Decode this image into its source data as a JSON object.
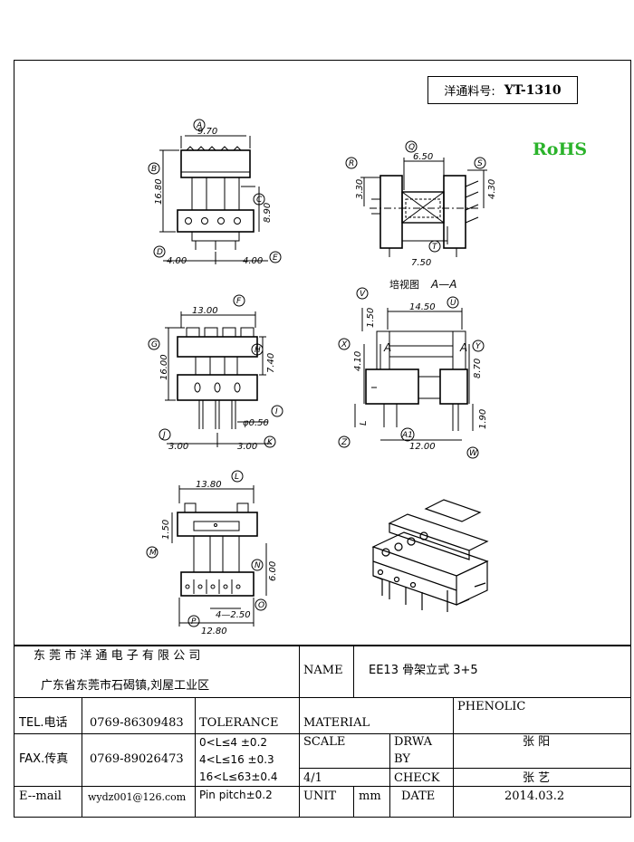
{
  "header": {
    "part_label": "洋通料号:",
    "part_number": "YT-1310",
    "rohs": "RoHS"
  },
  "views": {
    "top": {
      "dims": [
        "9.70",
        "16.80",
        "8.90",
        "4.00",
        "4.00"
      ],
      "letters": [
        "A",
        "B",
        "C",
        "D",
        "E"
      ]
    },
    "section": {
      "dims": [
        "6.50",
        "3.30",
        "4.30",
        "7.50"
      ],
      "letters": [
        "Q",
        "R",
        "S",
        "T"
      ],
      "caption_cn": "培视图",
      "caption_aa": "A—A"
    },
    "front": {
      "dims": [
        "13.00",
        "16.00",
        "7.40",
        "φ0.50",
        "3.00",
        "3.00"
      ],
      "letters": [
        "F",
        "G",
        "H",
        "I",
        "J",
        "K"
      ]
    },
    "side": {
      "dims": [
        "1.50",
        "14.50",
        "4.10",
        "8.70",
        "12.00",
        "1.90",
        "L"
      ],
      "letters": [
        "V",
        "U",
        "X",
        "Y",
        "Z",
        "A1",
        "W"
      ],
      "section_marks": [
        "A",
        "A"
      ]
    },
    "bottom": {
      "dims": [
        "13.80",
        "1.50",
        "6.00",
        "4—2.50",
        "12.80"
      ],
      "letters": [
        "L",
        "M",
        "N",
        "O",
        "P"
      ]
    }
  },
  "title_block": {
    "company": "东 莞 市 洋 通 电 子 有 限 公 司",
    "address": "广东省东莞市石碣镇,刘屋工业区",
    "name_label": "NAME",
    "name_value": "EE13 骨架立式 3+5",
    "tel_label": "TEL.电话",
    "tel_value": "0769-86309483",
    "fax_label": "FAX.传真",
    "fax_value": "0769-89026473",
    "email_label": "E--mail",
    "email_value": "wydz001@126.com",
    "tolerance_label": "TOLERANCE",
    "tol_1": "0<L≤4   ±0.2",
    "tol_2": "4<L≤16  ±0.3",
    "tol_3": "16<L≤63±0.4",
    "tol_4": "Pin pitch±0.2",
    "material_label": "MATERIAL",
    "material_value": "PHENOLIC",
    "scale_label": "SCALE",
    "scale_value": "4/1",
    "drwa_label": "DRWA",
    "by_label": "BY",
    "drawn_by": "张 阳",
    "check_label": "CHECK",
    "checked_by": "张 艺",
    "unit_label": "UNIT",
    "unit_value": "mm",
    "date_label": "DATE",
    "date_value": "2014.03.2"
  }
}
